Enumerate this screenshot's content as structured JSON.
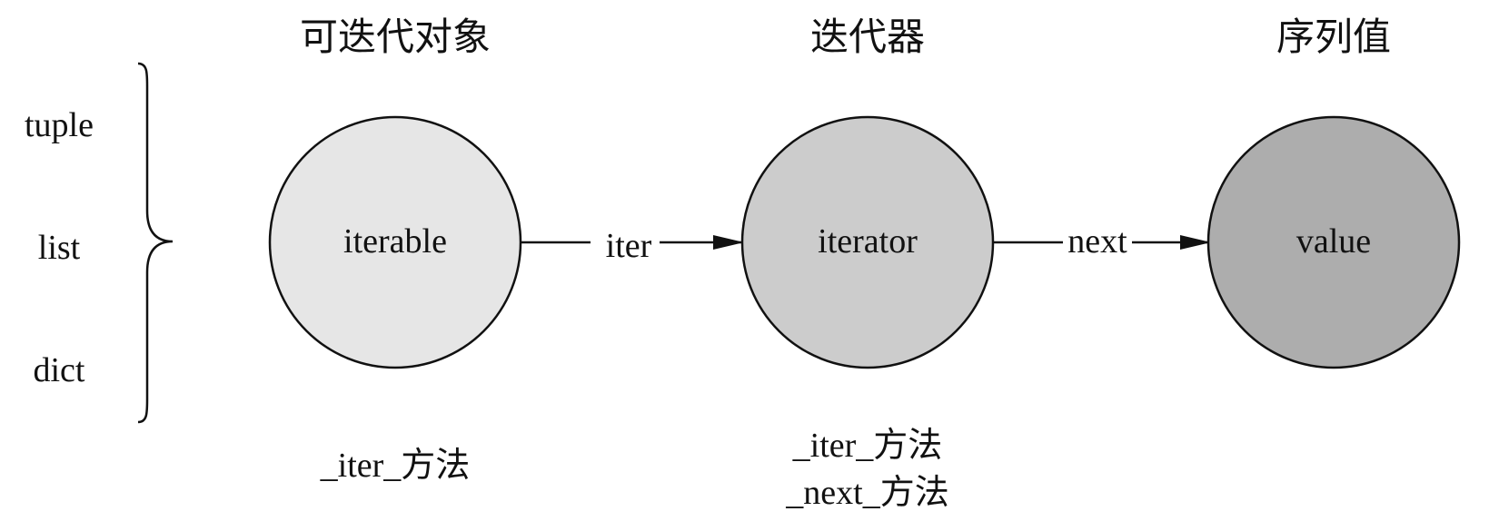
{
  "headings": {
    "iterable_object": "可迭代对象",
    "iterator": "迭代器",
    "sequence_value": "序列值"
  },
  "examples": [
    "tuple",
    "list",
    "dict"
  ],
  "nodes": {
    "iterable": {
      "label": "iterable",
      "fill": "#e6e6e6"
    },
    "iterator": {
      "label": "iterator",
      "fill": "#cccccc"
    },
    "value": {
      "label": "value",
      "fill": "#adadad"
    }
  },
  "edges": {
    "iter": "iter",
    "next": "next"
  },
  "notes": {
    "iterable_method": "_iter_方法",
    "iterator_method_1": "_iter_方法",
    "iterator_method_2": "_next_方法"
  },
  "colors": {
    "stroke": "#111111",
    "text": "#111111"
  }
}
